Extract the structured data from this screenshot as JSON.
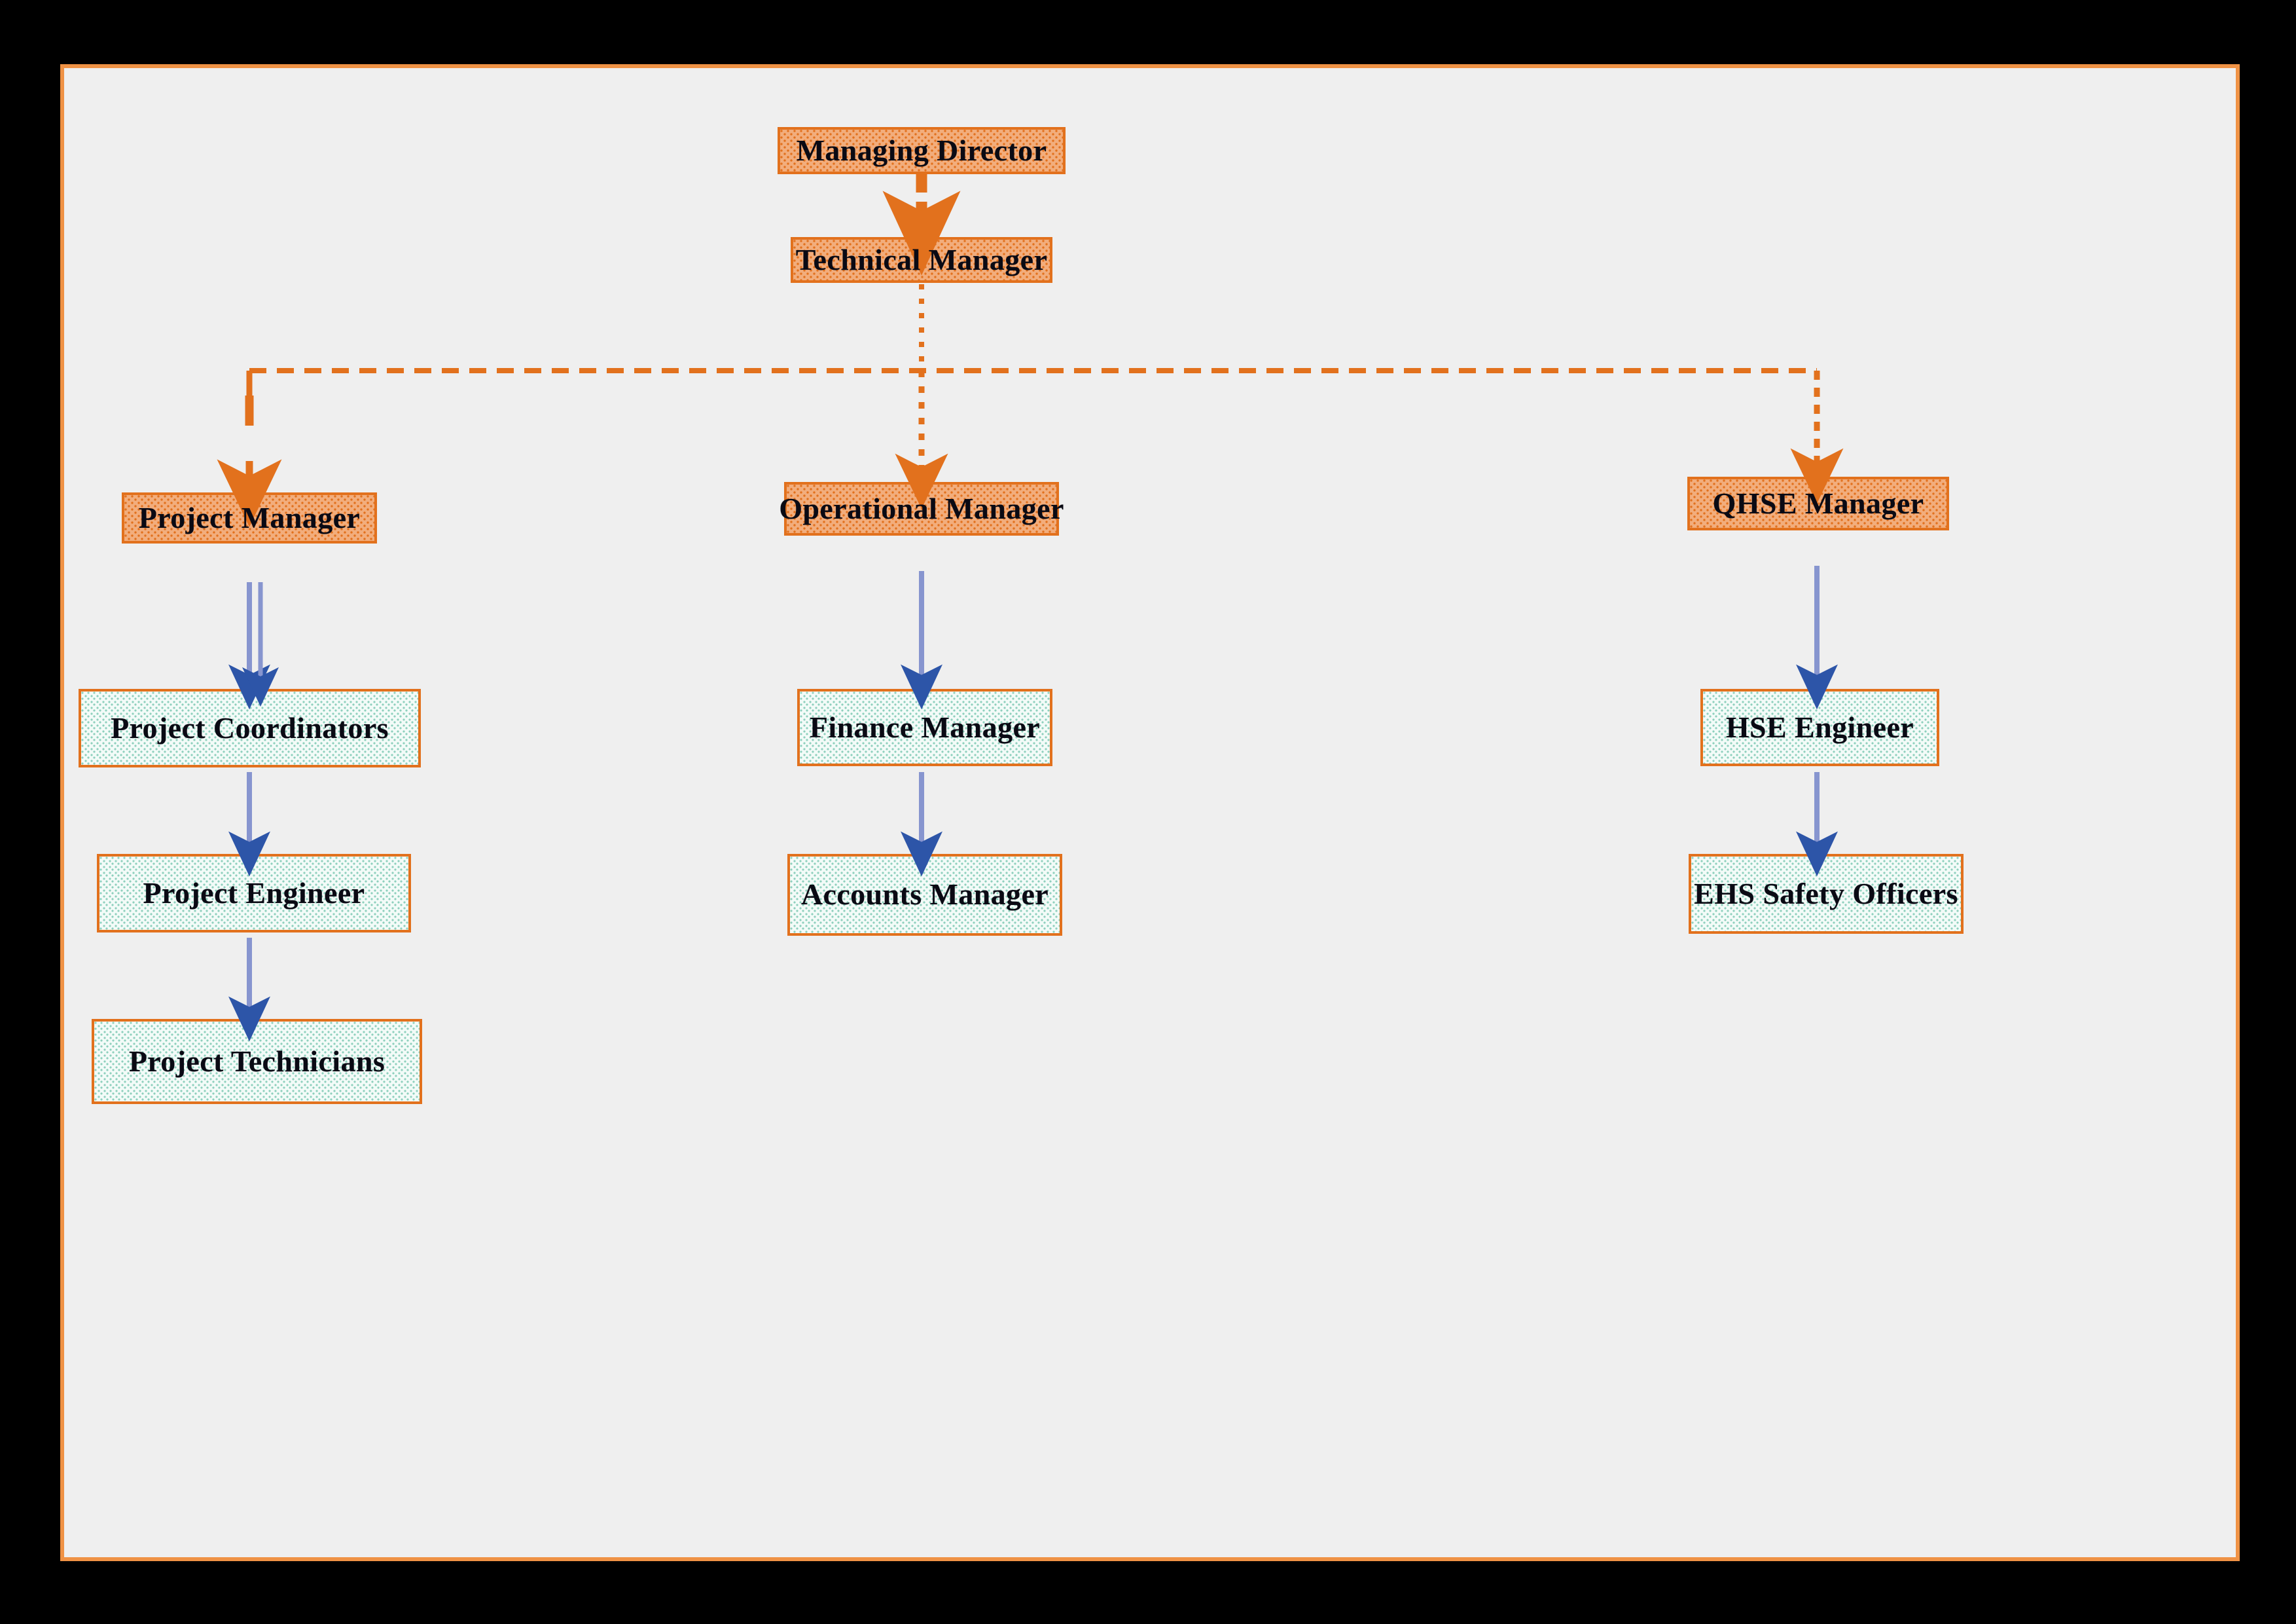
{
  "diagram": {
    "title": "Organization Chart",
    "canvas_background": "#efefef",
    "frame_border_color": "#ef9245",
    "outer_border_color": "#000000",
    "manager_box": {
      "fill": "#f2ad7c",
      "pattern_dot": "#e2711d",
      "border": "#e2711d",
      "text_color": "#0a0a14"
    },
    "staff_box": {
      "fill": "#f3fbf8",
      "pattern_dot": "#8ed0bd",
      "border": "#e2711d",
      "text_color": "#0a0a14"
    },
    "connector_primary_color": "#e2711d",
    "connector_secondary_color": "#8795cf"
  },
  "nodes": {
    "managing_director": "Managing Director",
    "technical_manager": "Technical Manager",
    "project_manager": "Project Manager",
    "operational_manager": "Operational Manager",
    "qhse_manager": "QHSE Manager",
    "project_coordinators": "Project Coordinators",
    "project_engineer": "Project Engineer",
    "project_technicians": "Project Technicians",
    "finance_manager": "Finance Manager",
    "accounts_manager": "Accounts Manager",
    "hse_engineer": "HSE Engineer",
    "ehs_safety_officers": "EHS Safety Officers"
  },
  "chart_data": {
    "type": "table",
    "title": "Organization Chart",
    "levels": [
      {
        "level": 1,
        "nodes": [
          "Managing Director"
        ]
      },
      {
        "level": 2,
        "nodes": [
          "Technical Manager"
        ]
      },
      {
        "level": 3,
        "nodes": [
          "Project Manager",
          "Operational Manager",
          "QHSE Manager"
        ]
      },
      {
        "level": 4,
        "nodes": [
          "Project Coordinators",
          "Finance Manager",
          "HSE Engineer"
        ]
      },
      {
        "level": 5,
        "nodes": [
          "Project Engineer",
          "Accounts Manager",
          "EHS Safety Officers"
        ]
      },
      {
        "level": 6,
        "nodes": [
          "Project Technicians"
        ]
      }
    ],
    "edges": [
      {
        "from": "Managing Director",
        "to": "Technical Manager",
        "style": "dashed",
        "color": "#e2711d"
      },
      {
        "from": "Technical Manager",
        "to": "Project Manager",
        "style": "dashed",
        "color": "#e2711d"
      },
      {
        "from": "Technical Manager",
        "to": "Operational Manager",
        "style": "dashed",
        "color": "#e2711d"
      },
      {
        "from": "Technical Manager",
        "to": "QHSE Manager",
        "style": "dashed",
        "color": "#e2711d"
      },
      {
        "from": "Project Manager",
        "to": "Project Coordinators",
        "style": "solid",
        "color": "#8795cf"
      },
      {
        "from": "Project Coordinators",
        "to": "Project Engineer",
        "style": "solid",
        "color": "#8795cf"
      },
      {
        "from": "Project Engineer",
        "to": "Project Technicians",
        "style": "solid",
        "color": "#8795cf"
      },
      {
        "from": "Operational Manager",
        "to": "Finance Manager",
        "style": "solid",
        "color": "#8795cf"
      },
      {
        "from": "Finance Manager",
        "to": "Accounts Manager",
        "style": "solid",
        "color": "#8795cf"
      },
      {
        "from": "QHSE Manager",
        "to": "HSE Engineer",
        "style": "solid",
        "color": "#8795cf"
      },
      {
        "from": "HSE Engineer",
        "to": "EHS Safety Officers",
        "style": "solid",
        "color": "#8795cf"
      }
    ],
    "columns": [
      "Project",
      "Operational",
      "QHSE"
    ],
    "node_count": 12,
    "edge_count": 11
  }
}
